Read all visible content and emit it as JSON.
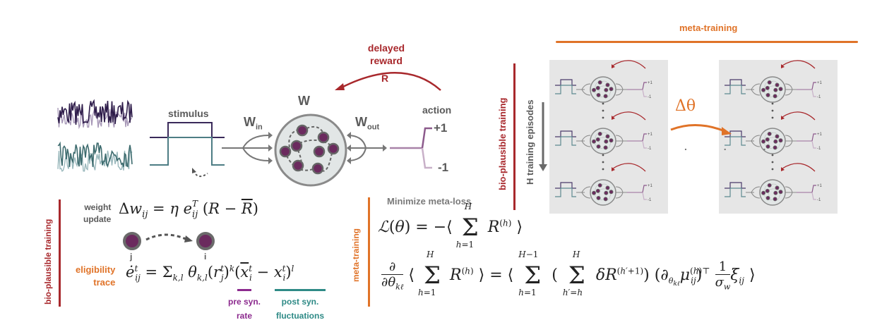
{
  "top_schematic": {
    "stimulus_label": "stimulus",
    "w_in_label": "W",
    "w_in_sub": "in",
    "w_label": "W",
    "w_out_label": "W",
    "w_out_sub": "out",
    "action_label": "action",
    "action_plus": "+1",
    "action_minus": "-1",
    "reward_line1": "delayed",
    "reward_line2": "reward",
    "reward_symbol": "R"
  },
  "bio_plausible": {
    "side_label": "bio-plausible training",
    "weight_update_label_1": "weight",
    "weight_update_label_2": "update",
    "weight_update_eq": "Δw_ij = η e_ij^T (R − R̄)",
    "neuron_j": "j",
    "neuron_i": "i",
    "eligibility_label_1": "eligibility",
    "eligibility_label_2": "trace",
    "eligibility_eq": "ė_ij^t = Σ_{k,l} θ_{k,l} (r_j^t)^k (x̄_i^t − x_i^t)^l",
    "pre_label_1": "pre syn.",
    "pre_label_2": "rate",
    "post_label_1": "post syn.",
    "post_label_2": "fluctuations"
  },
  "meta_training": {
    "side_label": "meta-training",
    "title": "Minimize meta-loss",
    "loss_eq": "L(θ) = −⟨ Σ_{h=1}^{H} R^(h) ⟩",
    "grad_eq": "∂/∂θ_kℓ ⟨ Σ_{h=1}^{H} R^(h) ⟩ = ⟨ Σ_{h=1}^{H−1} ( Σ_{h'=h}^{H} δR^(h'+1) ) (∂_θkℓ μ_ij^(h))^⊤ (1/σ_w) ξ_ij ⟩"
  },
  "overview": {
    "top_label": "meta-training",
    "bio_label": "bio-plausible training",
    "episodes_label": "H training episodes",
    "delta_theta": "Δθ",
    "mini_plus": "+1",
    "mini_minus": "-1",
    "ellipsis": ". . ."
  },
  "colors": {
    "red": "#a8282c",
    "orange": "#e07328",
    "purple": "#8c2a8e",
    "teal": "#2e8a86",
    "neuron": "#6b2a5e",
    "dark_trace": "#2e1c4a",
    "teal_trace": "#3d6b6e"
  }
}
